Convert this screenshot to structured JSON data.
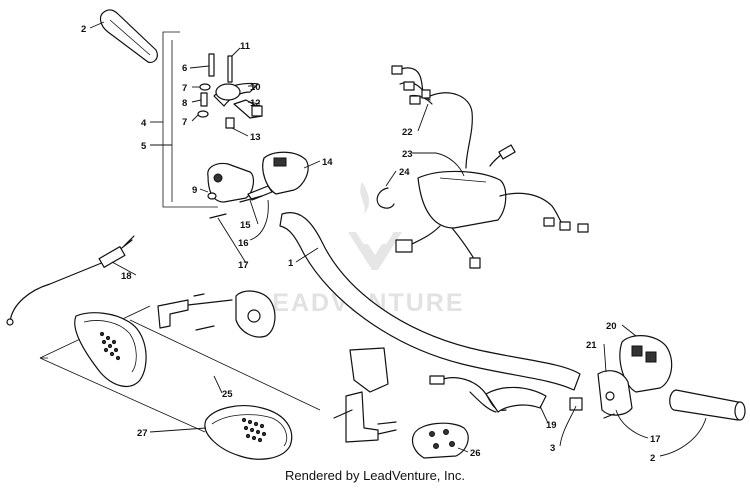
{
  "watermark": "LEADVENTURE",
  "footer": "Rendered by LeadVenture, Inc.",
  "callouts": {
    "c1": "1",
    "c2a": "2",
    "c2b": "2",
    "c3": "3",
    "c4": "4",
    "c5": "5",
    "c6": "6",
    "c7a": "7",
    "c7b": "7",
    "c8": "8",
    "c9": "9",
    "c10": "10",
    "c11": "11",
    "c12": "12",
    "c13": "13",
    "c14": "14",
    "c15": "15",
    "c16": "16",
    "c17a": "17",
    "c17b": "17",
    "c18": "18",
    "c19": "19",
    "c20": "20",
    "c21": "21",
    "c22": "22",
    "c23": "23",
    "c24": "24",
    "c25": "25",
    "c26": "26",
    "c27": "27"
  }
}
